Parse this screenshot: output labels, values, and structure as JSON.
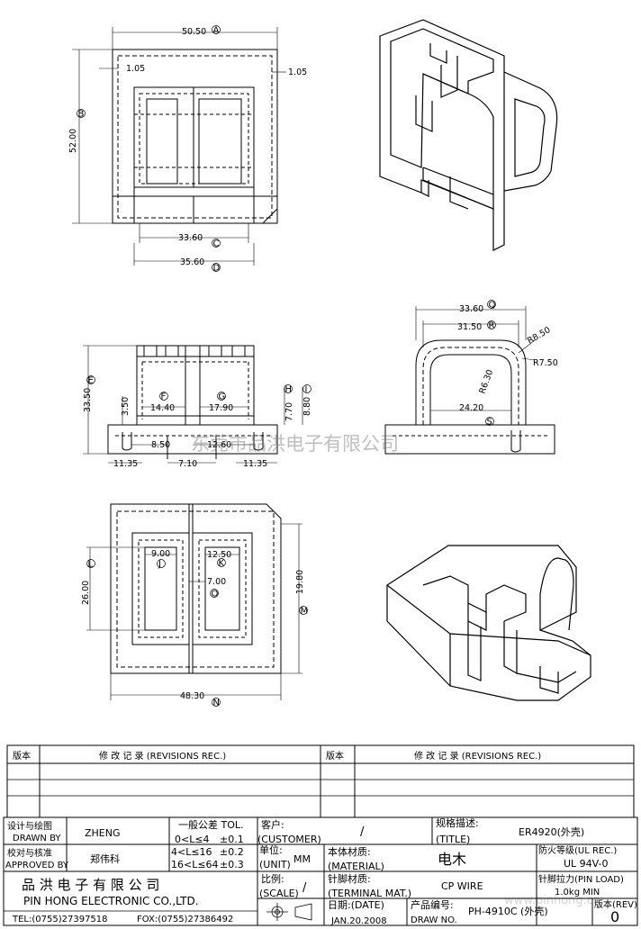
{
  "drawing": {
    "top_view": {
      "width": "50.50",
      "width_id": "A",
      "height": "52.00",
      "height_id": "B",
      "wall_left": "1.05",
      "wall_right": "1.05",
      "inner_width": "33.60",
      "inner_id": "C",
      "outer_width": "35.60",
      "outer_id": "D"
    },
    "side_view": {
      "height": "33.50",
      "height_id": "E",
      "slot_left": "14.40",
      "slot_left_id": "F",
      "slot_right": "17.90",
      "slot_right_id": "G",
      "step": "3.50",
      "pin_h1": "7.70",
      "pin_h1_id": "H",
      "pin_h2": "8.80",
      "pin_h2_id": "I",
      "pitch_a": "8.50",
      "pitch_b": "12.60",
      "edge_left": "11.35",
      "center": "7.10",
      "edge_right": "11.35"
    },
    "front_view": {
      "width_outer": "33.60",
      "width_outer_id": "Q",
      "width_inner": "31.50",
      "width_inner_id": "R",
      "radius_outer": "R8.50",
      "radius_inner": "R6.30",
      "radius_mid": "R7.50",
      "base_width": "24.20",
      "base_id": "S"
    },
    "bottom_view": {
      "height": "26.00",
      "height_id": "L",
      "slot_a": "9.00",
      "slot_a_id": "J",
      "slot_b": "12.50",
      "slot_b_id": "K",
      "gap": "7.00",
      "gap_id": "O",
      "right_h": "19.80",
      "right_h_id": "M",
      "width": "48.30",
      "width_id": "N"
    }
  },
  "watermark": "东莞市品洪电子有限公司",
  "watermark_url": "www.pinhong.cn",
  "revisions": {
    "col_no": "版本",
    "col_rec": "修 改 记 录  (REVISIONS REC.)",
    "col_no_2": "版本",
    "col_rec_2": "修 改 记 录  (REVISIONS REC.)"
  },
  "title_block": {
    "drawn_by_cn": "设计与绘图",
    "drawn_by_en": "DRAWN BY",
    "drawn_by_value": "ZHENG",
    "approved_cn": "校对与核准",
    "approved_en": "APPROVED BY",
    "approved_value": "郑伟科",
    "tol_title": "一般公差 TOL.",
    "tol_1": "0<L≤4",
    "tol_1v": "±0.1",
    "tol_2": "4<L≤16",
    "tol_2v": "±0.2",
    "tol_3": "16<L≤64",
    "tol_3v": "±0.3",
    "customer_cn": "客户:",
    "customer_en": "(CUSTOMER)",
    "customer_value": "/",
    "title_cn": "规格描述:",
    "title_en": "(TITLE)",
    "title_value": "ER4920(外壳)",
    "unit_cn": "单位:",
    "unit_en": "(UNIT)",
    "unit_value": "MM",
    "material_cn": "本体材质:",
    "material_en": "(MATERIAL)",
    "material_value": "电木",
    "fire_cn": "防火等级(UL REC.)",
    "fire_value": "UL 94V-0",
    "company_cn": "品 洪 电 子 有 限 公 司",
    "company_en": "PIN HONG ELECTRONIC CO.,LTD.",
    "tel": "TEL:(0755)27397518",
    "fax": "FOX:(0755)27386492",
    "scale_cn": "比例:",
    "scale_en": "(SCALE)",
    "scale_value": "/",
    "terminal_cn": "针脚材质:",
    "terminal_en": "(TERMINAL MAT.)",
    "terminal_value": "CP WIRE",
    "pinload_cn": "针脚拉力(PIN LOAD)",
    "pinload_value": "1.0kg MIN",
    "date_cn": "日期:(DATE)",
    "date_value": "JAN.20.2008",
    "drawno_cn": "产品编号:",
    "drawno_en": "DRAW NO.",
    "drawno_value": "PH-4910C (外壳)",
    "rev_cn": "版本(REV)",
    "rev_value": "0"
  }
}
